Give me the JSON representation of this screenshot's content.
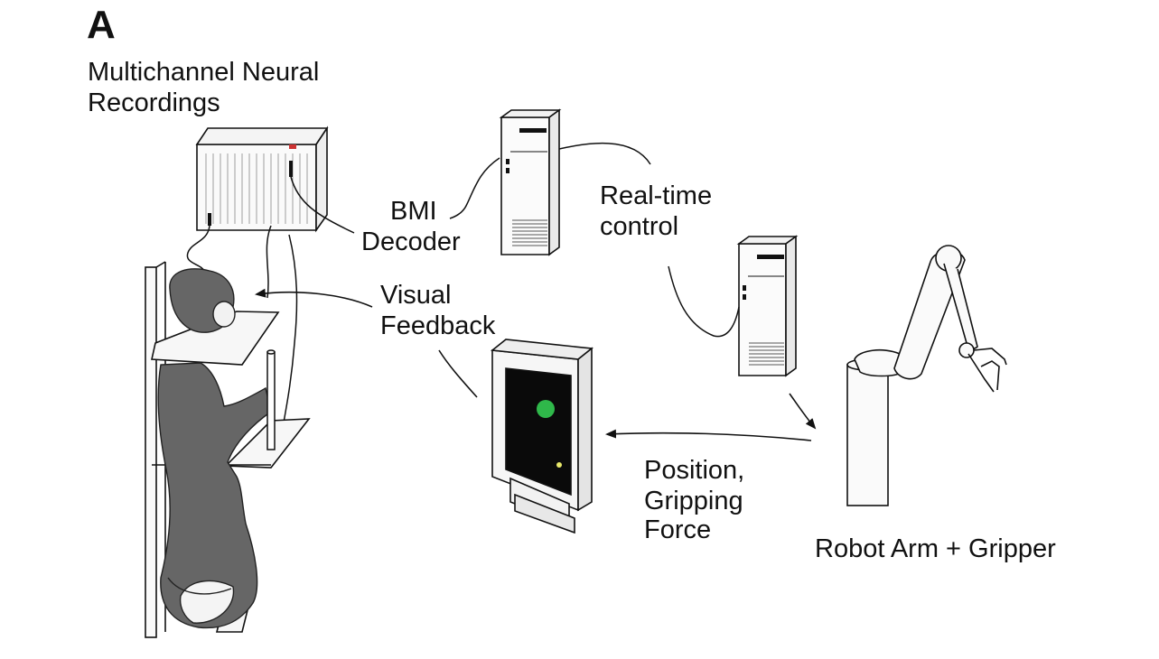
{
  "figure": {
    "panel_letter": "A",
    "labels": {
      "recordings_line1": "Multichannel Neural",
      "recordings_line2": "Recordings",
      "decoder_line1": "BMI",
      "decoder_line2": "Decoder",
      "realtime_line1": "Real-time",
      "realtime_line2": "control",
      "feedback_line1": "Visual",
      "feedback_line2": "Feedback",
      "position_line1": "Position,",
      "position_line2": "Gripping",
      "position_line3": "Force",
      "robot": "Robot Arm + Gripper"
    }
  },
  "colors": {
    "ink": "#111111",
    "monkey_fill": "#666666",
    "screen_bg": "#0a0a0a",
    "cursor_green": "#2fb84a",
    "target_yellow": "#e8e86a"
  }
}
